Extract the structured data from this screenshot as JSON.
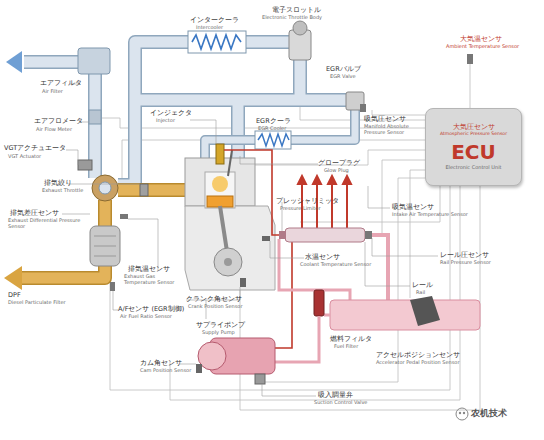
{
  "diagram": {
    "nodes": [
      {
        "text": [
          "大気圧センサ",
          "Atmospheric Pressure Sensor",
          "ECU",
          "Electronic Control Unit"
        ]
      }
    ],
    "labels": [
      "エアフィルタ",
      "Air Filter",
      "エアフロメータ",
      "Air Flow Meter",
      "VGTアクチュエータ",
      "VGT Actuator",
      "インタークーラ",
      "Intercooler",
      "電子スロットル",
      "Electronic Throttle Body",
      "EGRバルブ",
      "EGR Valve",
      "大気温センサ",
      "Ambient Temperature Sensor",
      "インジェクタ",
      "Injector",
      "EGRクーラ",
      "EGR Cooler",
      "吸気圧センサ",
      "Manifold Absolute Pressure Sensor",
      "グロープラグ",
      "Glow Plug",
      "排気絞り",
      "Exhaust Throttle",
      "排気差圧センサ",
      "Exhaust Differential Pressure Sensor",
      "プレッシャリミッタ",
      "Pressure Limiter",
      "吸気温センサ",
      "Intake Air Temperature Sensor",
      "排気温センサ",
      "Exhaust Gas Temperature Sensor",
      "クランク角センサ",
      "Crank Position Sensor",
      "水温センサ",
      "Coolant Temperature Sensor",
      "レール圧センサ",
      "Rail Pressure Sensor",
      "レール",
      "Rail",
      "A/Fセンサ (EGR制御)",
      "Air Fuel Ratio Sensor",
      "DPF",
      "Diesel Particulate Filter",
      "サプライポンプ",
      "Supply Pump",
      "燃料フィルタ",
      "Fuel Filter",
      "アクセルポジションセンサ",
      "Accelerator Pedal Position Sensor",
      "カム角センサ",
      "Cam Position Sensor",
      "吸入調量弁",
      "Suction Control Valve",
      "农机技术"
    ]
  }
}
